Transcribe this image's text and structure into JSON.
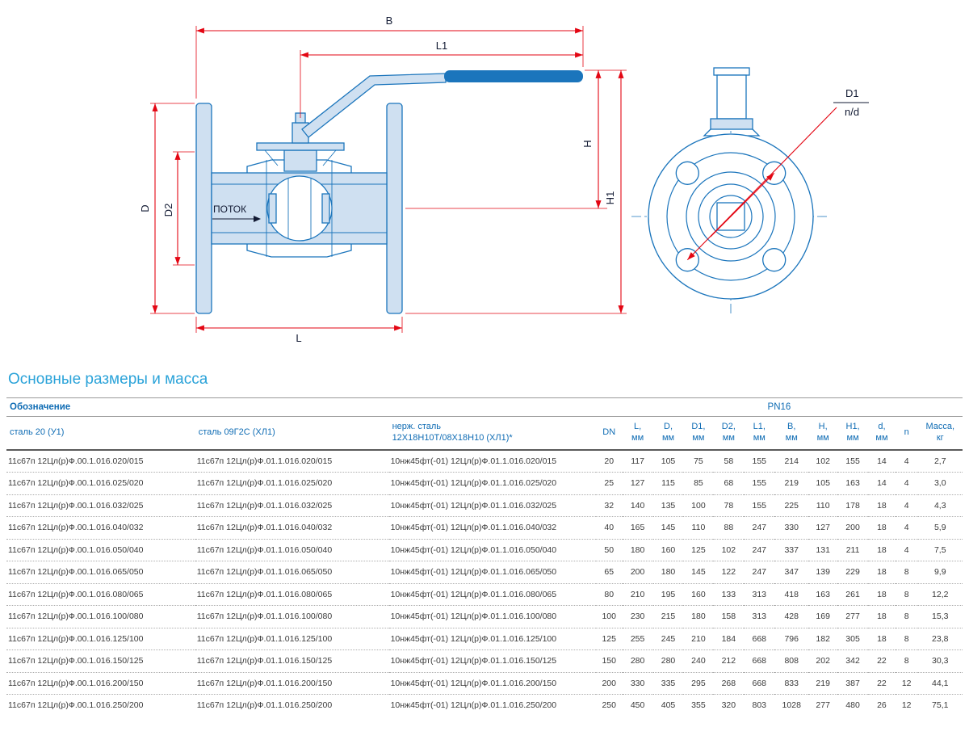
{
  "colors": {
    "drawing_blue": "#1b75bc",
    "dimension_red": "#e30613",
    "header_blue": "#0f6cb4",
    "title_cyan": "#2ba3d9"
  },
  "diagram": {
    "side_view": {
      "dim_b": "B",
      "dim_l1": "L1",
      "dim_h": "H",
      "dim_h1": "H1",
      "dim_d": "D",
      "dim_d2": "D2",
      "dim_l": "L",
      "flow_label": "ПОТОК"
    },
    "front_view": {
      "dim_d1": "D1",
      "dim_nd": "n/d"
    }
  },
  "section_title": "Основные размеры и масса",
  "table": {
    "designation_header": "Обозначение",
    "pn_header": "PN16",
    "columns": [
      {
        "id": "steel20",
        "cls": "desig",
        "top": "сталь 20 (У1)"
      },
      {
        "id": "steel09g2s",
        "cls": "desig",
        "top": "сталь 09Г2С (ХЛ1)"
      },
      {
        "id": "stainless",
        "cls": "desig",
        "top": "нерж. сталь",
        "bottom": "12Х18Н10Т/08Х18Н10 (ХЛ1)*"
      },
      {
        "id": "dn",
        "cls": "num",
        "top": "DN"
      },
      {
        "id": "l",
        "cls": "num",
        "top": "L,",
        "bottom": "мм"
      },
      {
        "id": "d",
        "cls": "num",
        "top": "D,",
        "bottom": "мм"
      },
      {
        "id": "d1",
        "cls": "num",
        "top": "D1,",
        "bottom": "мм"
      },
      {
        "id": "d2",
        "cls": "num",
        "top": "D2,",
        "bottom": "мм"
      },
      {
        "id": "l1",
        "cls": "num",
        "top": "L1,",
        "bottom": "мм"
      },
      {
        "id": "b",
        "cls": "num",
        "top": "B,",
        "bottom": "мм"
      },
      {
        "id": "h",
        "cls": "num",
        "top": "H,",
        "bottom": "мм"
      },
      {
        "id": "h1",
        "cls": "num",
        "top": "H1,",
        "bottom": "мм"
      },
      {
        "id": "bolt-d",
        "cls": "num",
        "top": "d,",
        "bottom": "мм"
      },
      {
        "id": "n",
        "cls": "num",
        "top": "n"
      },
      {
        "id": "mass",
        "cls": "num",
        "top": "Масса,",
        "bottom": "кг"
      }
    ],
    "rows": [
      [
        "11с67п 12Цл(р)Ф.00.1.016.020/015",
        "11с67п 12Цл(р)Ф.01.1.016.020/015",
        "10нж45фт(-01) 12Цл(р)Ф.01.1.016.020/015",
        "20",
        "117",
        "105",
        "75",
        "58",
        "155",
        "214",
        "102",
        "155",
        "14",
        "4",
        "2,7"
      ],
      [
        "11с67п 12Цл(р)Ф.00.1.016.025/020",
        "11с67п 12Цл(р)Ф.01.1.016.025/020",
        "10нж45фт(-01) 12Цл(р)Ф.01.1.016.025/020",
        "25",
        "127",
        "115",
        "85",
        "68",
        "155",
        "219",
        "105",
        "163",
        "14",
        "4",
        "3,0"
      ],
      [
        "11с67п 12Цл(р)Ф.00.1.016.032/025",
        "11с67п 12Цл(р)Ф.01.1.016.032/025",
        "10нж45фт(-01) 12Цл(р)Ф.01.1.016.032/025",
        "32",
        "140",
        "135",
        "100",
        "78",
        "155",
        "225",
        "110",
        "178",
        "18",
        "4",
        "4,3"
      ],
      [
        "11с67п 12Цл(р)Ф.00.1.016.040/032",
        "11с67п 12Цл(р)Ф.01.1.016.040/032",
        "10нж45фт(-01) 12Цл(р)Ф.01.1.016.040/032",
        "40",
        "165",
        "145",
        "110",
        "88",
        "247",
        "330",
        "127",
        "200",
        "18",
        "4",
        "5,9"
      ],
      [
        "11с67п 12Цл(р)Ф.00.1.016.050/040",
        "11с67п 12Цл(р)Ф.01.1.016.050/040",
        "10нж45фт(-01) 12Цл(р)Ф.01.1.016.050/040",
        "50",
        "180",
        "160",
        "125",
        "102",
        "247",
        "337",
        "131",
        "211",
        "18",
        "4",
        "7,5"
      ],
      [
        "11с67п 12Цл(р)Ф.00.1.016.065/050",
        "11с67п 12Цл(р)Ф.01.1.016.065/050",
        "10нж45фт(-01) 12Цл(р)Ф.01.1.016.065/050",
        "65",
        "200",
        "180",
        "145",
        "122",
        "247",
        "347",
        "139",
        "229",
        "18",
        "8",
        "9,9"
      ],
      [
        "11с67п 12Цл(р)Ф.00.1.016.080/065",
        "11с67п 12Цл(р)Ф.01.1.016.080/065",
        "10нж45фт(-01) 12Цл(р)Ф.01.1.016.080/065",
        "80",
        "210",
        "195",
        "160",
        "133",
        "313",
        "418",
        "163",
        "261",
        "18",
        "8",
        "12,2"
      ],
      [
        "11с67п 12Цл(р)Ф.00.1.016.100/080",
        "11с67п 12Цл(р)Ф.01.1.016.100/080",
        "10нж45фт(-01) 12Цл(р)Ф.01.1.016.100/080",
        "100",
        "230",
        "215",
        "180",
        "158",
        "313",
        "428",
        "169",
        "277",
        "18",
        "8",
        "15,3"
      ],
      [
        "11с67п 12Цл(р)Ф.00.1.016.125/100",
        "11с67п 12Цл(р)Ф.01.1.016.125/100",
        "10нж45фт(-01) 12Цл(р)Ф.01.1.016.125/100",
        "125",
        "255",
        "245",
        "210",
        "184",
        "668",
        "796",
        "182",
        "305",
        "18",
        "8",
        "23,8"
      ],
      [
        "11с67п 12Цл(р)Ф.00.1.016.150/125",
        "11с67п 12Цл(р)Ф.01.1.016.150/125",
        "10нж45фт(-01) 12Цл(р)Ф.01.1.016.150/125",
        "150",
        "280",
        "280",
        "240",
        "212",
        "668",
        "808",
        "202",
        "342",
        "22",
        "8",
        "30,3"
      ],
      [
        "11с67п 12Цл(р)Ф.00.1.016.200/150",
        "11с67п 12Цл(р)Ф.01.1.016.200/150",
        "10нж45фт(-01) 12Цл(р)Ф.01.1.016.200/150",
        "200",
        "330",
        "335",
        "295",
        "268",
        "668",
        "833",
        "219",
        "387",
        "22",
        "12",
        "44,1"
      ],
      [
        "11с67п 12Цл(р)Ф.00.1.016.250/200",
        "11с67п 12Цл(р)Ф.01.1.016.250/200",
        "10нж45фт(-01) 12Цл(р)Ф.01.1.016.250/200",
        "250",
        "450",
        "405",
        "355",
        "320",
        "803",
        "1028",
        "277",
        "480",
        "26",
        "12",
        "75,1"
      ]
    ]
  }
}
